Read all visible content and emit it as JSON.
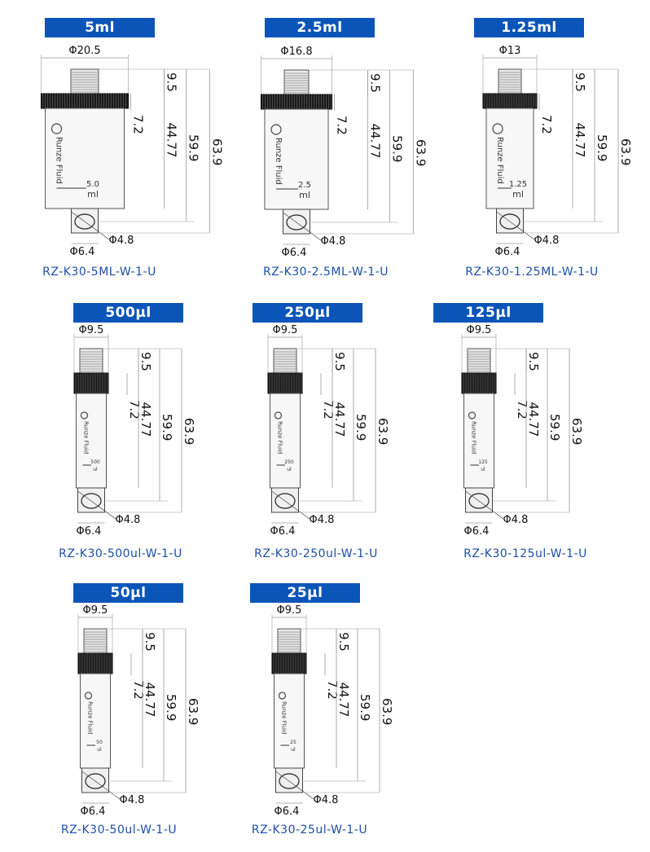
{
  "colors": {
    "badge": "#0b55b9",
    "model_text": "#1f4fa6",
    "dimension_line": "#9a9a9a"
  },
  "brand": "Runze Fluid",
  "dimensions": {
    "height_thread": "9.5",
    "height_cap": "7.2",
    "height_body": "44.77",
    "height_to_port": "59.9",
    "height_total": "63.9",
    "port_inner": "Φ4.8",
    "port_outer": "Φ6.4"
  },
  "syringes": [
    {
      "capacity": "5ml",
      "top_diameter": "Φ20.5",
      "scale_mark": "5.0",
      "scale_unit": "ml",
      "model": "RZ-K30-5ML-W-1-U"
    },
    {
      "capacity": "2.5ml",
      "top_diameter": "Φ16.8",
      "scale_mark": "2.5",
      "scale_unit": "ml",
      "model": "RZ-K30-2.5ML-W-1-U"
    },
    {
      "capacity": "1.25ml",
      "top_diameter": "Φ13",
      "scale_mark": "1.25",
      "scale_unit": "ml",
      "model": "RZ-K30-1.25ML-W-1-U"
    },
    {
      "capacity": "500μl",
      "top_diameter": "Φ9.5",
      "scale_mark": "500",
      "scale_unit": "ul",
      "model": "RZ-K30-500ul-W-1-U"
    },
    {
      "capacity": "250μl",
      "top_diameter": "Φ9.5",
      "scale_mark": "250",
      "scale_unit": "ul",
      "model": "RZ-K30-250ul-W-1-U"
    },
    {
      "capacity": "125μl",
      "top_diameter": "Φ9.5",
      "scale_mark": "125",
      "scale_unit": "ul",
      "model": "RZ-K30-125ul-W-1-U"
    },
    {
      "capacity": "50μl",
      "top_diameter": "Φ9.5",
      "scale_mark": "50",
      "scale_unit": "ul",
      "model": "RZ-K30-50ul-W-1-U"
    },
    {
      "capacity": "25μl",
      "top_diameter": "Φ9.5",
      "scale_mark": "25",
      "scale_unit": "ul",
      "model": "RZ-K30-25ul-W-1-U"
    }
  ]
}
